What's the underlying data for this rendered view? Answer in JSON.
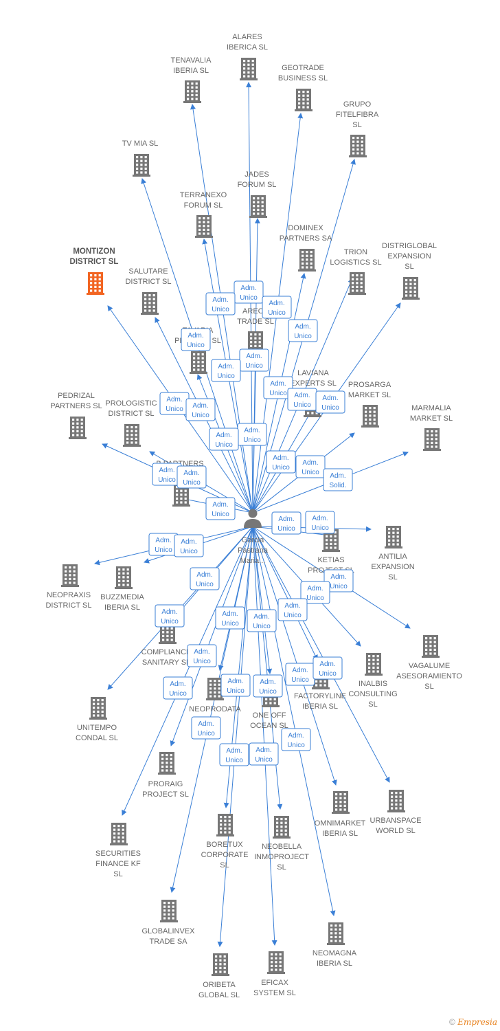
{
  "center": {
    "label_lines": [
      "Garcia",
      "Pastrana",
      "Maria..."
    ],
    "icon": "person-icon"
  },
  "colors": {
    "edge": "#3a7fd6",
    "node": "#777777",
    "highlight": "#f26522",
    "badge_border": "#3a7fd6",
    "label": "#666666"
  },
  "nodes": [
    {
      "id": "alares",
      "label_lines": [
        "ALARES",
        "IBERICA  SL"
      ],
      "icon": "building-icon",
      "badge": [
        "Adm.",
        "Unico"
      ]
    },
    {
      "id": "tenavalia",
      "label_lines": [
        "TENAVALIA",
        "IBERIA  SL"
      ],
      "icon": "building-icon",
      "badge": [
        "Adm.",
        "Unico"
      ]
    },
    {
      "id": "geotrade",
      "label_lines": [
        "GEOTRADE",
        "BUSINESS  SL"
      ],
      "icon": "building-icon",
      "badge": [
        "Adm.",
        "Unico"
      ]
    },
    {
      "id": "grupo",
      "label_lines": [
        "GRUPO",
        "FITELFIBRA",
        "SL"
      ],
      "icon": "building-icon",
      "badge": [
        "Adm.",
        "Unico"
      ]
    },
    {
      "id": "tvmia",
      "label_lines": [
        "TV MIA  SL"
      ],
      "icon": "building-icon",
      "badge": [
        "Adm.",
        "Unico"
      ]
    },
    {
      "id": "jades",
      "label_lines": [
        "JADES",
        "FORUM  SL"
      ],
      "icon": "building-icon",
      "badge": [
        "Adm.",
        "Unico"
      ]
    },
    {
      "id": "terranexo",
      "label_lines": [
        "TERRANEXO",
        "FORUM  SL"
      ],
      "icon": "building-icon",
      "badge": [
        "Adm.",
        "Unico"
      ]
    },
    {
      "id": "dominex",
      "label_lines": [
        "DOMINEX",
        "PARTNERS SA"
      ],
      "icon": "building-icon",
      "badge": [
        "Adm.",
        "Unico"
      ]
    },
    {
      "id": "montizon",
      "label_lines": [
        "MONTIZON",
        "DISTRICT  SL"
      ],
      "icon": "building-icon",
      "highlight": true,
      "badge": [
        "Adm.",
        "Unico"
      ]
    },
    {
      "id": "salutare",
      "label_lines": [
        "SALUTARE",
        "DISTRICT  SL"
      ],
      "icon": "building-icon",
      "badge": [
        "Adm.",
        "Unico"
      ]
    },
    {
      "id": "trion",
      "label_lines": [
        "TRION",
        "LOGISTICS  SL"
      ],
      "icon": "building-icon",
      "badge": [
        "Adm.",
        "Unico"
      ]
    },
    {
      "id": "distriglobal",
      "label_lines": [
        "DISTRIGLOBAL",
        "EXPANSION",
        "SL"
      ],
      "icon": "building-icon",
      "badge": [
        "Adm.",
        "Unico"
      ]
    },
    {
      "id": "areca",
      "label_lines": [
        "ARECA",
        "TRADE  SL"
      ],
      "icon": "building-icon",
      "badge": [
        "Adm.",
        "Unico"
      ]
    },
    {
      "id": "tavaria",
      "label_lines": [
        "TAVARIA",
        "PROJECT  SL"
      ],
      "icon": "building-icon",
      "badge": [
        "Adm.",
        "Unico"
      ]
    },
    {
      "id": "laviana",
      "label_lines": [
        "LAVIANA",
        "EXPERTS  SL"
      ],
      "icon": "building-icon",
      "badge": [
        "Adm.",
        "Unico"
      ]
    },
    {
      "id": "prosarga",
      "label_lines": [
        "PROSARGA",
        "MARKET  SL"
      ],
      "icon": "building-icon",
      "badge": [
        "Adm.",
        "Unico"
      ]
    },
    {
      "id": "pedrizal",
      "label_lines": [
        "PEDRIZAL",
        "PARTNERS  SL"
      ],
      "icon": "building-icon",
      "badge": [
        "Adm.",
        "Unico"
      ]
    },
    {
      "id": "prologistic",
      "label_lines": [
        "PROLOGISTIC",
        "DISTRICT  SL"
      ],
      "icon": "building-icon",
      "badge": [
        "Adm.",
        "Unico"
      ]
    },
    {
      "id": "marmalia",
      "label_lines": [
        "MARMALIA",
        "MARKET  SL"
      ],
      "icon": "building-icon",
      "badge": [
        "Adm.",
        "Solid."
      ]
    },
    {
      "id": "bpartners",
      "label_lines": [
        "B PARTNERS",
        "SL"
      ],
      "icon": "building-icon",
      "badge": [
        "Adm.",
        "Unico"
      ]
    },
    {
      "id": "ketias",
      "label_lines": [
        "KETIAS",
        "PROJECT  SL"
      ],
      "icon": "building-icon",
      "badge": [
        "Adm.",
        "Unico"
      ]
    },
    {
      "id": "antilia",
      "label_lines": [
        "ANTILIA",
        "EXPANSION",
        "SL"
      ],
      "icon": "building-icon",
      "badge": [
        "Adm.",
        "Unico"
      ]
    },
    {
      "id": "neopraxis",
      "label_lines": [
        "NEOPRAXIS",
        "DISTRICT  SL"
      ],
      "icon": "building-icon",
      "badge": [
        "Adm.",
        "Unico"
      ]
    },
    {
      "id": "buzzmedia",
      "label_lines": [
        "BUZZMEDIA",
        "IBERIA  SL"
      ],
      "icon": "building-icon",
      "badge": [
        "Adm.",
        "Unico"
      ]
    },
    {
      "id": "compliance",
      "label_lines": [
        "COMPLIANCE",
        "SANITARY  SL"
      ],
      "icon": "building-icon",
      "badge": [
        "Adm.",
        "Unico"
      ]
    },
    {
      "id": "vagalume",
      "label_lines": [
        "VAGALUME",
        "ASESORAMIENTO",
        "SL"
      ],
      "icon": "building-icon",
      "badge": [
        "Adm.",
        "Unico"
      ]
    },
    {
      "id": "inalbis",
      "label_lines": [
        "INALBIS",
        "CONSULTING",
        "SL"
      ],
      "icon": "building-icon",
      "badge": [
        "Adm.",
        "Unico"
      ]
    },
    {
      "id": "factoryline",
      "label_lines": [
        "FACTORYLINE",
        "IBERIA  SL"
      ],
      "icon": "building-icon",
      "badge": [
        "Adm.",
        "Unico"
      ]
    },
    {
      "id": "neoprodata",
      "label_lines": [
        "NEOPRODATA",
        "SL"
      ],
      "icon": "building-icon",
      "badge": [
        "Adm.",
        "Unico"
      ]
    },
    {
      "id": "oneoff",
      "label_lines": [
        "ONE OFF",
        "OCEAN  SL"
      ],
      "icon": "building-icon",
      "badge": [
        "Adm.",
        "Unico"
      ]
    },
    {
      "id": "unitempo",
      "label_lines": [
        "UNITEMPO",
        "CONDAL  SL"
      ],
      "icon": "building-icon",
      "badge": [
        "Adm.",
        "Unico"
      ]
    },
    {
      "id": "proraig",
      "label_lines": [
        "PRORAIG",
        "PROJECT  SL"
      ],
      "icon": "building-icon",
      "badge": [
        "Adm.",
        "Unico"
      ]
    },
    {
      "id": "omnimarket",
      "label_lines": [
        "OMNIMARKET",
        "IBERIA  SL"
      ],
      "icon": "building-icon",
      "badge": [
        "Adm.",
        "Unico"
      ]
    },
    {
      "id": "urbanspace",
      "label_lines": [
        "URBANSPACE",
        "WORLD  SL"
      ],
      "icon": "building-icon",
      "badge": [
        "Adm.",
        "Unico"
      ]
    },
    {
      "id": "securities",
      "label_lines": [
        "SECURITIES",
        "FINANCE KF",
        "SL"
      ],
      "icon": "building-icon",
      "badge": [
        "Adm.",
        "Unico"
      ]
    },
    {
      "id": "boretux",
      "label_lines": [
        "BORETUX",
        "CORPORATE",
        "SL"
      ],
      "icon": "building-icon",
      "badge": [
        "Adm.",
        "Unico"
      ]
    },
    {
      "id": "neobella",
      "label_lines": [
        "NEOBELLA",
        "INMOPROJECT",
        "SL"
      ],
      "icon": "building-icon",
      "badge": [
        "Adm.",
        "Unico"
      ]
    },
    {
      "id": "globalinvex",
      "label_lines": [
        "GLOBALINVEX",
        "TRADE SA"
      ],
      "icon": "building-icon",
      "badge": [
        "Adm.",
        "Unico"
      ]
    },
    {
      "id": "neomagna",
      "label_lines": [
        "NEOMAGNA",
        "IBERIA  SL"
      ],
      "icon": "building-icon",
      "badge": [
        "Adm.",
        "Unico"
      ]
    },
    {
      "id": "oribeta",
      "label_lines": [
        "ORIBETA",
        "GLOBAL  SL"
      ],
      "icon": "building-icon",
      "badge": [
        "Adm.",
        "Unico"
      ]
    },
    {
      "id": "eficax",
      "label_lines": [
        "EFICAX",
        "SYSTEM SL"
      ],
      "icon": "building-icon",
      "badge": [
        "Adm.",
        "Unico"
      ]
    }
  ],
  "footer": {
    "copyright": "©",
    "brand": "Empresia"
  }
}
